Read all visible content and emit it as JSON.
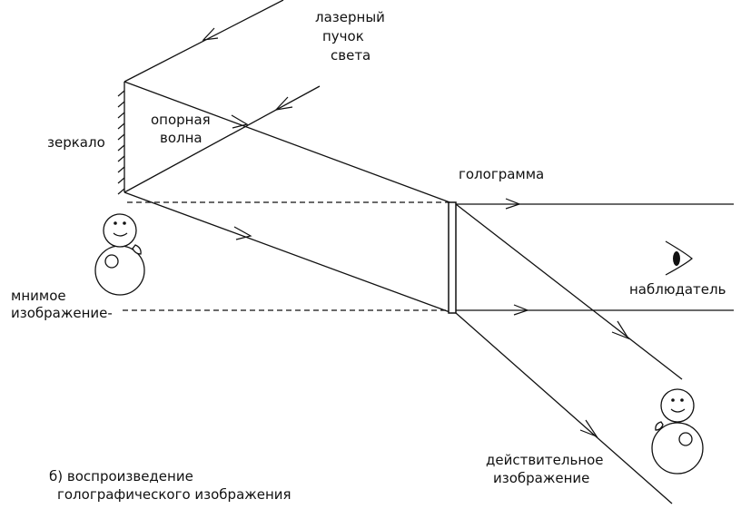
{
  "labels": {
    "laser_line1": "лазерный",
    "laser_line2": "пучок",
    "laser_line3": "света",
    "reference_line1": "опорная",
    "reference_line2": "волна",
    "mirror": "зеркало",
    "hologram": "голограмма",
    "observer": "наблюдатель",
    "virtual_line1": "мнимое",
    "virtual_line2": "изображение-",
    "real_line1": "действительное",
    "real_line2": "изображение",
    "caption_line1": "б) воспроизведение",
    "caption_line2": "голографического изображения"
  }
}
